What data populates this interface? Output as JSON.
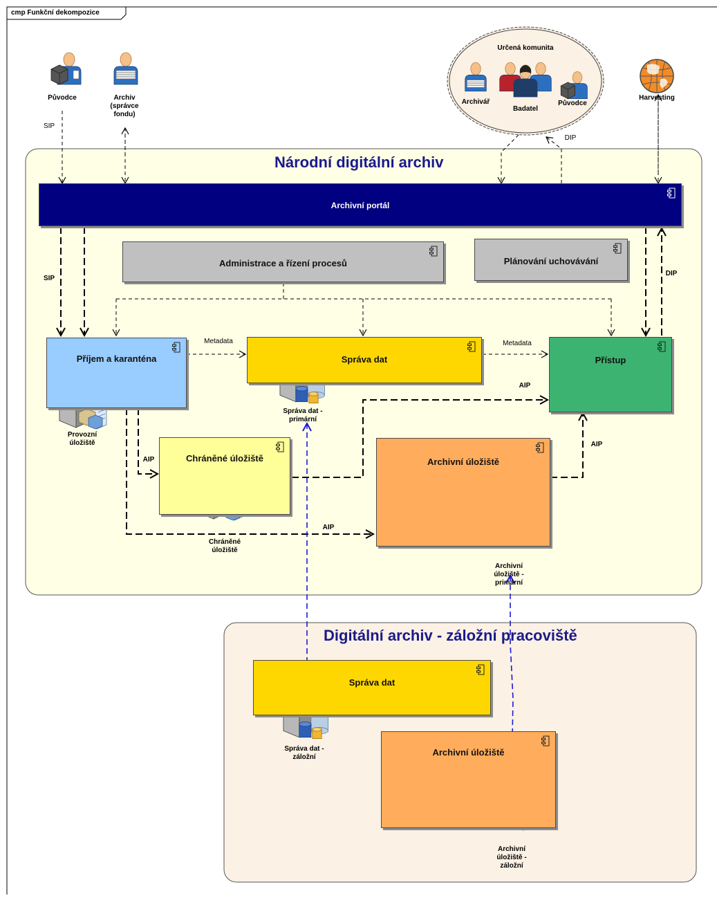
{
  "frame": {
    "label": "cmp Funkční dekompozice"
  },
  "actors": {
    "puvodce": {
      "label": "Původce"
    },
    "archiv": {
      "label": "Archiv\n(správce\nfondu)"
    },
    "harvesting": {
      "label": "Harvesting"
    }
  },
  "community": {
    "title": "Určená komunita",
    "members": [
      "Archivář",
      "Badatel",
      "Původce"
    ]
  },
  "regions": {
    "nda": {
      "title": "Národní digitální archiv"
    },
    "backup": {
      "title": "Digitální archiv - záložní pracoviště"
    }
  },
  "components": {
    "portal": {
      "label": "Archivní portál",
      "color": "#000080"
    },
    "admin": {
      "label": "Administrace a řízení procesů",
      "color": "#c0c0c0"
    },
    "planning": {
      "label": "Plánování uchovávání",
      "color": "#c0c0c0"
    },
    "prijem": {
      "label": "Příjem a karanténa",
      "color": "#99ccff"
    },
    "sprava": {
      "label": "Správa dat",
      "color": "#ffd700"
    },
    "pristup": {
      "label": "Přístup",
      "color": "#3cb371"
    },
    "chranene": {
      "label": "Chráněné úložiště",
      "color": "#ffff99"
    },
    "archivni": {
      "label": "Archivní úložiště",
      "color": "#ffad5c"
    },
    "sprava_backup": {
      "label": "Správa dat",
      "color": "#ffd700"
    },
    "archivni_backup": {
      "label": "Archivní úložiště",
      "color": "#ffad5c"
    }
  },
  "nodes": {
    "provozni": {
      "label": "Provozní\núložiště"
    },
    "sprava_primarni": {
      "label": "Správa dat -\nprimární"
    },
    "chranene": {
      "label": "Chráněné\núložiště"
    },
    "archivni_primarni": {
      "label": "Archivní\núložiště -\nprimární"
    },
    "sprava_zalozni": {
      "label": "Správa dat -\nzáložní"
    },
    "archivni_zalozni": {
      "label": "Archivní\núložiště -\nzáložní"
    }
  },
  "flows": {
    "sip_top": "SIP",
    "dip_top": "DIP",
    "sip": "SIP",
    "dip": "DIP",
    "metadata_1": "Metadata",
    "metadata_2": "Metadata",
    "aip_access": "AIP",
    "aip_chranene": "AIP",
    "aip_archivni": "AIP",
    "aip_right": "AIP"
  },
  "colors": {
    "nda_bg": "#ffffe6",
    "backup_bg": "#fbf1e4",
    "community_bg": "#fbf1e4",
    "replication": "#1a1ad6"
  }
}
